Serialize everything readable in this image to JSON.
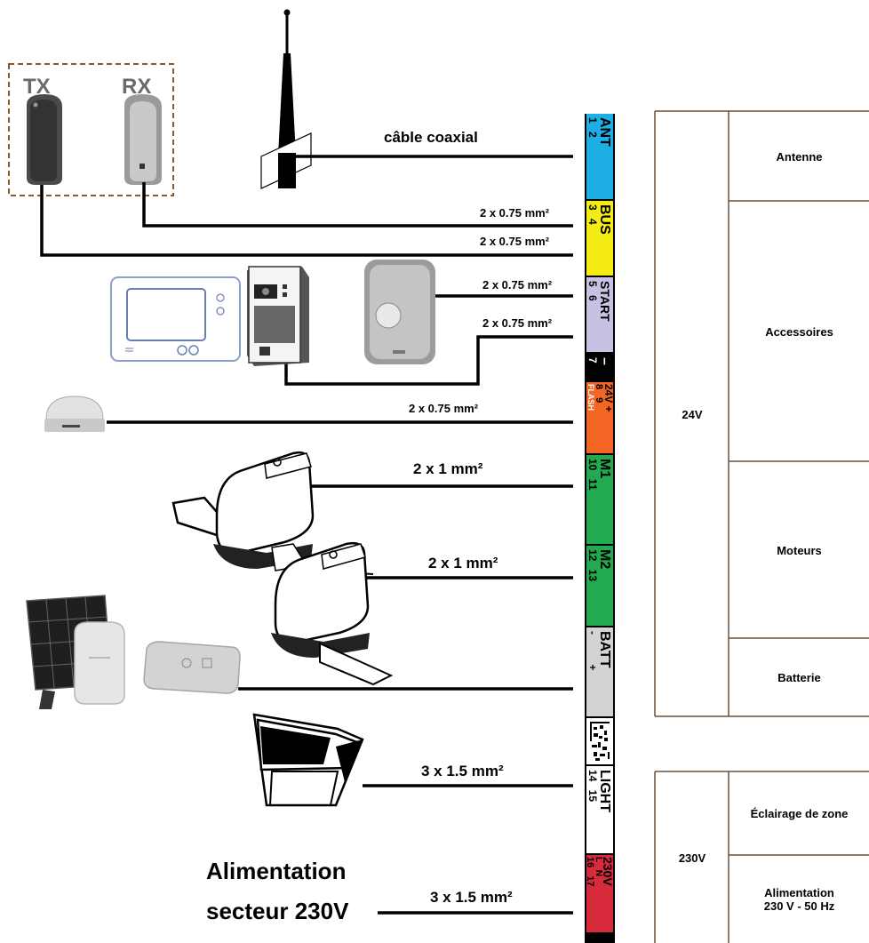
{
  "devices": {
    "photocell_tx_label": "TX",
    "photocell_rx_label": "RX",
    "power_supply_label_line1": "Alimentation",
    "power_supply_label_line2": "secteur 230V"
  },
  "cables": {
    "antenna": "câble coaxial",
    "bus_rx": "2 x 0.75 mm²",
    "bus_tx": "2 x 0.75 mm²",
    "start_keypad": "2 x 0.75 mm²",
    "start_intercom": "2 x 0.75 mm²",
    "flash": "2 x 0.75 mm²",
    "motor1": "2 x 1 mm²",
    "motor2": "2 x 1 mm²",
    "light": "3 x 1.5 mm²",
    "mains": "3 x 1.5 mm²"
  },
  "terminals": [
    {
      "title": "ANT",
      "numbers": "1 2",
      "color": "#1eaee6"
    },
    {
      "title": "BUS",
      "numbers": "3 4",
      "color": "#f6ec15"
    },
    {
      "title": "START",
      "numbers": "5 6",
      "color": "#c8c2e2"
    },
    {
      "title": "–",
      "numbers": "7",
      "color": "#000000"
    },
    {
      "title": "24V +",
      "numbers": "8 9",
      "sub": "FLASH",
      "color": "#f26522"
    },
    {
      "title": "M1",
      "numbers": "10 11",
      "color": "#23a94f"
    },
    {
      "title": "M2",
      "numbers": "12 13",
      "color": "#23a94f"
    },
    {
      "title": "BATT",
      "numbers": "- +",
      "color": "#d3d3d3"
    },
    {
      "title": "LIGHT",
      "numbers": "14 15",
      "color": "#ffffff"
    },
    {
      "title": "230V",
      "numbers": "16 17",
      "sub": "L N",
      "color": "#d72a3a"
    }
  ],
  "table": {
    "voltage_24": "24V",
    "voltage_230": "230V",
    "groups": {
      "antenne": "Antenne",
      "accessoires": "Accessoires",
      "moteurs": "Moteurs",
      "batterie": "Batterie",
      "eclairage": "Éclairage de zone",
      "alimentation": "Alimentation 230 V - 50 Hz"
    }
  },
  "colors": {
    "wire": "#000000",
    "table_line": "#6b4f36",
    "photocell_frame": "#8b5a2b"
  }
}
